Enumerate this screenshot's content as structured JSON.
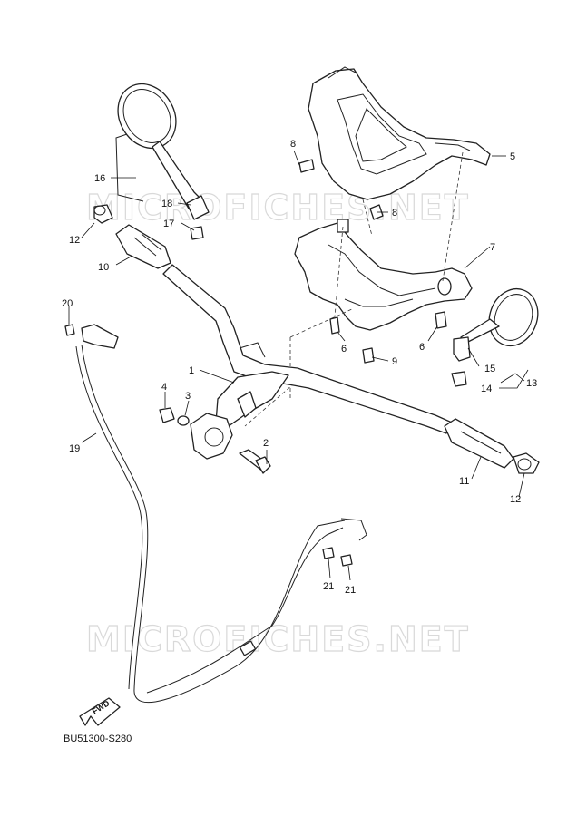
{
  "watermarks": [
    "MICROFICHES.NET",
    "MICROFICHES.NET"
  ],
  "part_labels": [
    "1",
    "2",
    "3",
    "4",
    "5",
    "6",
    "6",
    "7",
    "8",
    "8",
    "9",
    "10",
    "11",
    "12",
    "12",
    "13",
    "14",
    "15",
    "16",
    "17",
    "18",
    "19",
    "20",
    "21",
    "21"
  ],
  "fwd_label": "FWD",
  "diagram_ref": "BU51300-S280"
}
